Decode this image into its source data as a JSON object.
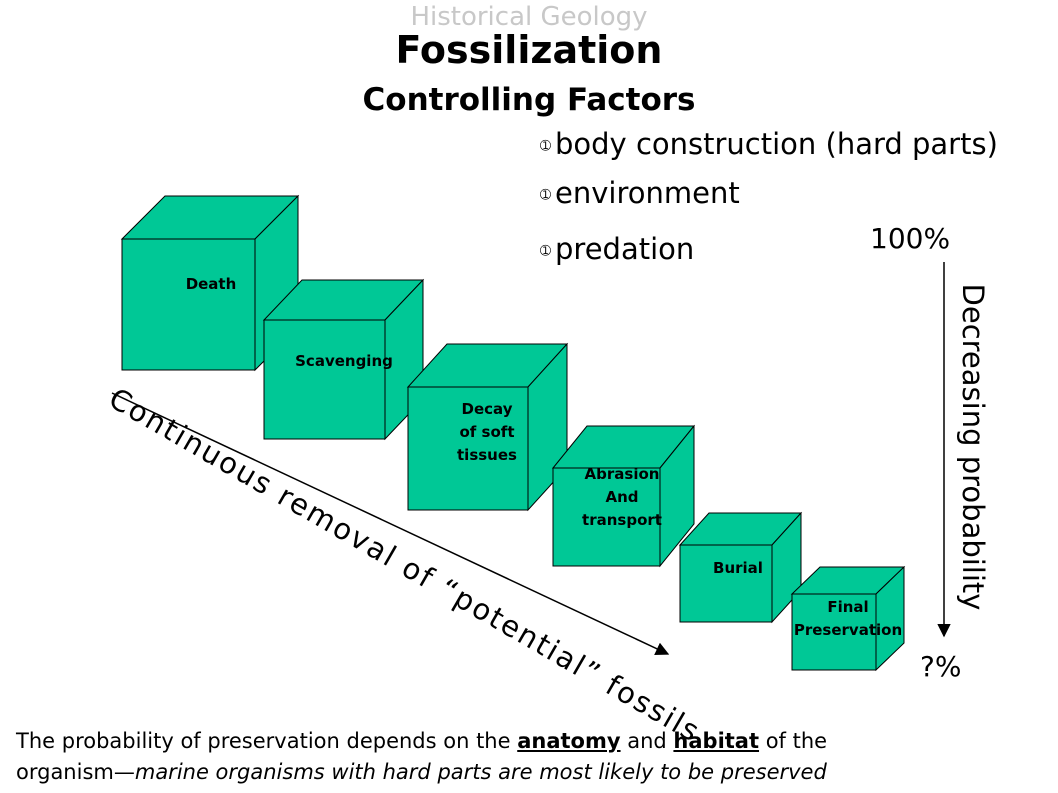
{
  "header": {
    "subject": "Historical Geology",
    "title": "Fossilization",
    "subtitle": "Controlling Factors"
  },
  "factors": [
    {
      "bullet": "➀",
      "text": "body construction (hard parts)"
    },
    {
      "bullet": "➀",
      "text": "environment"
    },
    {
      "bullet": "➀",
      "text": "predation"
    }
  ],
  "stages": [
    {
      "lines": [
        "Death"
      ]
    },
    {
      "lines": [
        "Scavenging"
      ]
    },
    {
      "lines": [
        "Decay",
        "of soft",
        "tissues"
      ]
    },
    {
      "lines": [
        "Abrasion",
        "And",
        "transport"
      ]
    },
    {
      "lines": [
        "Burial"
      ]
    },
    {
      "lines": [
        "Final",
        "Preservation"
      ]
    }
  ],
  "probability": {
    "top": "100%",
    "bottom": "?%",
    "axis_label": "Decreasing probability"
  },
  "removal_label": "Continuous removal of “potential” fossils",
  "caption": {
    "line1_pre": "The probability of preservation depends on the ",
    "line1_kw1": "anatomy",
    "line1_mid": " and ",
    "line1_kw2": "habitat",
    "line1_post": " of the",
    "line2_pre": "organism—",
    "line2_italic": "marine organisms with hard parts are most likely to be preserved"
  },
  "colors": {
    "cube_fill": "#00c896",
    "cube_stroke": "#000000",
    "subject_text": "#c8c8c8"
  }
}
